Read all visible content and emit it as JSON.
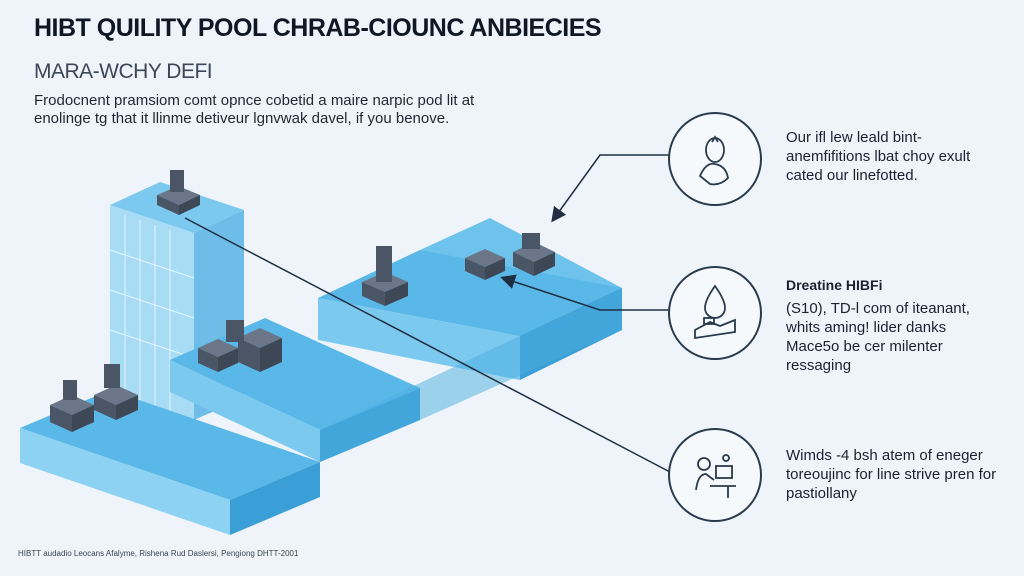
{
  "header": {
    "title": "HIBT QUILITY POOL CHRAB-CIOUNC ANBIECIES",
    "subtitle": "MARA-WCHY DEFI",
    "intro": "Frodocnent pramsiom comt opnce cobetid a maire narpic pod lit at enolinge tg that it llinme detiveur lgnvwak davel, if you benove."
  },
  "callouts": [
    {
      "icon": "hand-holding-coin-icon",
      "heading": "",
      "text": "Our ifl lew leald bint- anemfifitions lbat choy exult cated our linefotted."
    },
    {
      "icon": "water-drop-icon",
      "heading": "Dreatine HIBFi",
      "text": "(S10), TD-l com of iteanant, whits aming! lider danks Mace5o be cer milenter ressaging"
    },
    {
      "icon": "person-at-desk-icon",
      "heading": "",
      "text": "Wimds -4 bsh atem of eneger toreoujinc for line strive pren for pastiollany"
    }
  ],
  "footer": {
    "text": "HIBTT audadio Leocans Afalyme, Rishena Rud Daslersi, Pengiong DHTT-2001"
  },
  "colors": {
    "slab_top": "#5ab8e8",
    "slab_front": "#3a9fd6",
    "slab_side": "#7cc9ef",
    "block": "#4a5566",
    "block_top": "#6b7788",
    "line": "#1f2e42"
  }
}
